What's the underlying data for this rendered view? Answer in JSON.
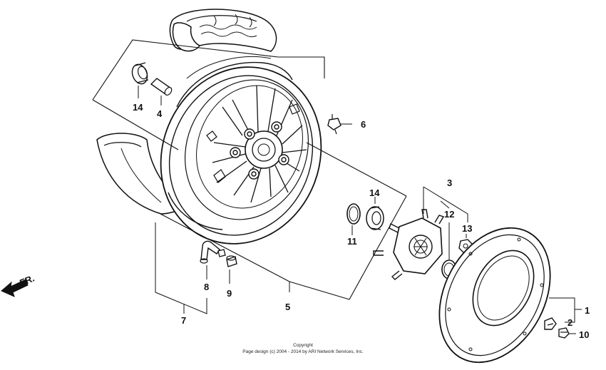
{
  "diagram": {
    "direction_arrow": {
      "text": "FR.",
      "icon": "front-direction-arrow-icon"
    },
    "callouts": [
      {
        "id": "c14a",
        "text": "14"
      },
      {
        "id": "c4",
        "text": "4"
      },
      {
        "id": "c6",
        "text": "6"
      },
      {
        "id": "c3",
        "text": "3"
      },
      {
        "id": "c14b",
        "text": "14"
      },
      {
        "id": "c12",
        "text": "12"
      },
      {
        "id": "c13",
        "text": "13"
      },
      {
        "id": "c11",
        "text": "11"
      },
      {
        "id": "c1",
        "text": "1"
      },
      {
        "id": "c2",
        "text": "2"
      },
      {
        "id": "c10",
        "text": "10"
      },
      {
        "id": "c8",
        "text": "8"
      },
      {
        "id": "c9",
        "text": "9"
      },
      {
        "id": "c5",
        "text": "5"
      },
      {
        "id": "c7",
        "text": "7"
      }
    ],
    "copyright": {
      "line1": "Copyright",
      "line2": "Page design (c) 2004 - 2014 by ARI Network Services, Inc."
    }
  }
}
